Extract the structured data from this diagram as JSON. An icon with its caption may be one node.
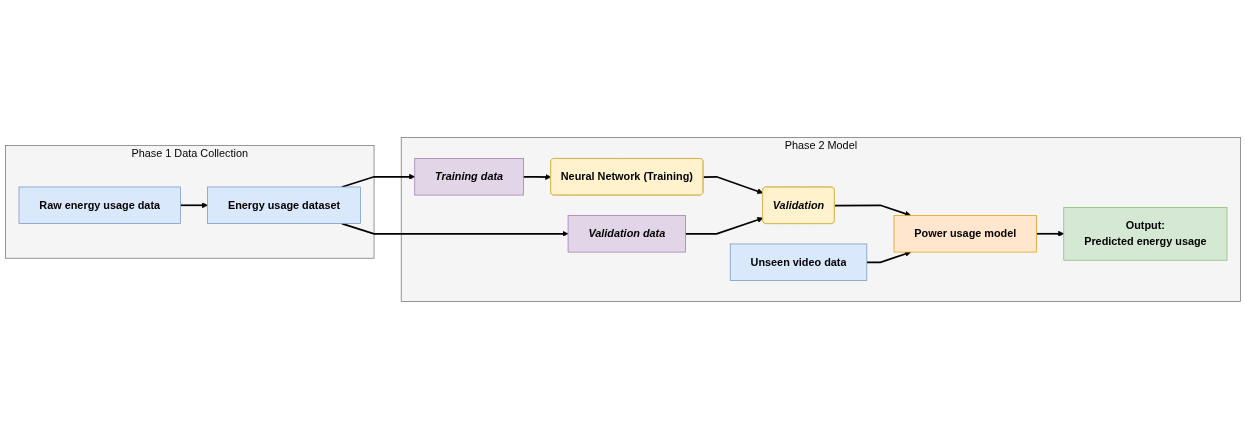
{
  "diagram": {
    "nodes": [
      {
        "text": [
          "Phase 1 Data Collection"
        ]
      },
      {
        "text": [
          "Raw energy usage data"
        ],
        "in": 0
      },
      {
        "text": [
          "Energy usage dataset"
        ],
        "in": 0
      },
      {
        "text": [
          "Phase 2 Model"
        ]
      },
      {
        "text": [
          "Training data"
        ],
        "in": 3
      },
      {
        "text": [
          "Neural Network (Training)"
        ],
        "in": 3
      },
      {
        "text": [
          "Validation"
        ],
        "in": 3
      },
      {
        "text": [
          "Power usage model"
        ],
        "in": 3
      },
      {
        "text": [
          "Output:",
          "Predicted energy usage"
        ],
        "in": 3
      },
      {
        "text": [
          "Validation data"
        ],
        "in": 3
      },
      {
        "text": [
          "Unseen video data"
        ],
        "in": 3
      }
    ],
    "edges": [
      {
        "from": 1,
        "to": 2,
        "arrow": "to"
      },
      {
        "from": 2,
        "to": 4,
        "arrow": "to"
      },
      {
        "from": 2,
        "to": 9,
        "arrow": "to"
      },
      {
        "from": 4,
        "to": 5,
        "arrow": "to"
      },
      {
        "from": 5,
        "to": 6,
        "arrow": "to"
      },
      {
        "from": 9,
        "to": 6,
        "arrow": "to"
      },
      {
        "from": 6,
        "to": 7,
        "arrow": "to"
      },
      {
        "from": 7,
        "to": 8,
        "arrow": "to"
      },
      {
        "from": 10,
        "to": 7,
        "arrow": "to"
      }
    ]
  }
}
